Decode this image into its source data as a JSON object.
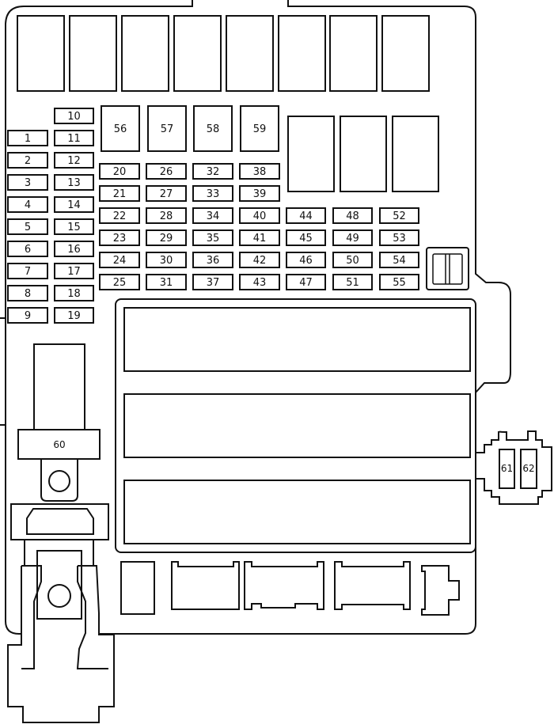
{
  "diagram": {
    "left_column_fuses": [
      "1",
      "2",
      "3",
      "4",
      "5",
      "6",
      "7",
      "8",
      "9"
    ],
    "second_column_fuses": [
      "10",
      "11",
      "12",
      "13",
      "14",
      "15",
      "16",
      "17",
      "18",
      "19"
    ],
    "large_fuses": [
      "56",
      "57",
      "58",
      "59"
    ],
    "grid_columns": [
      [
        "20",
        "21",
        "22",
        "23",
        "24",
        "25"
      ],
      [
        "26",
        "27",
        "28",
        "29",
        "30",
        "31"
      ],
      [
        "32",
        "33",
        "34",
        "35",
        "36",
        "37"
      ],
      [
        "38",
        "39",
        "40",
        "41",
        "42",
        "43"
      ]
    ],
    "right_grid_columns": [
      [
        "44",
        "45",
        "46",
        "47"
      ],
      [
        "48",
        "49",
        "50",
        "51"
      ],
      [
        "52",
        "53",
        "54",
        "55"
      ]
    ],
    "main_fuse_label": "60",
    "side_fuses": [
      "61",
      "62"
    ],
    "colors": {
      "line": "#111111",
      "background": "#ffffff"
    }
  }
}
